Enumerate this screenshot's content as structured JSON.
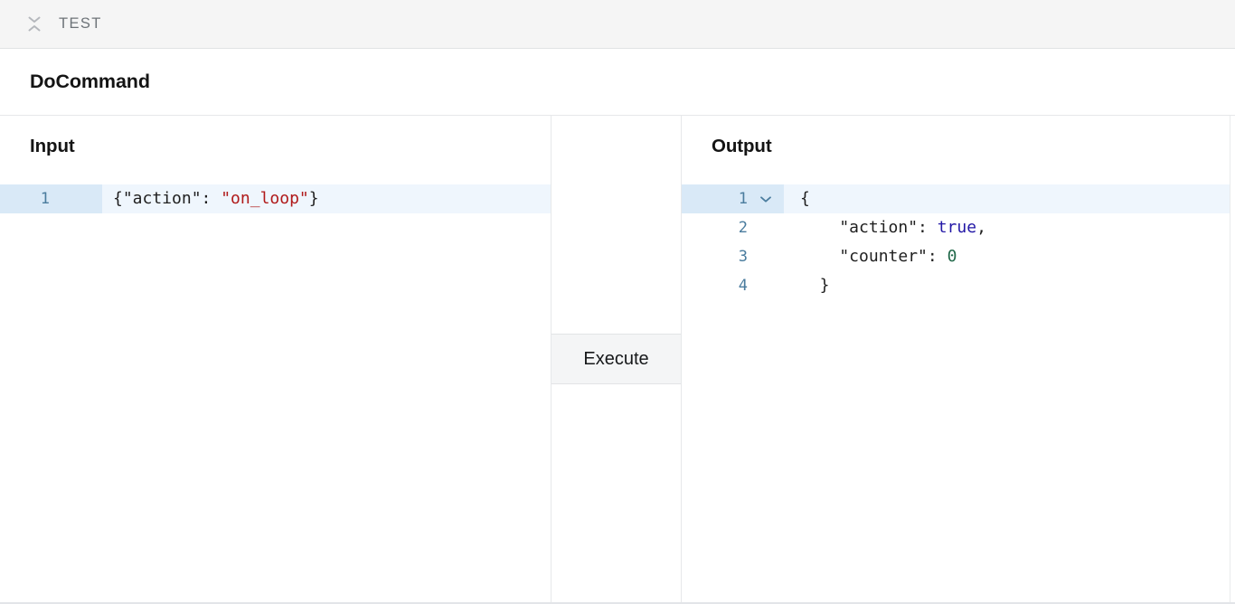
{
  "topbar": {
    "collapse_icon": "collapse-chevrons-icon",
    "title": "TEST"
  },
  "command": {
    "title": "DoCommand"
  },
  "input_pane": {
    "heading": "Input",
    "lines": [
      {
        "number": "1",
        "active": true,
        "tokens": [
          {
            "text": "{\"action\": ",
            "type": "plain"
          },
          {
            "text": "\"on_loop\"",
            "type": "str"
          },
          {
            "text": "}",
            "type": "plain"
          }
        ]
      }
    ]
  },
  "middle_pane": {
    "execute_label": "Execute"
  },
  "output_pane": {
    "heading": "Output",
    "lines": [
      {
        "number": "1",
        "active": true,
        "fold": "chevron-down-icon",
        "tokens": [
          {
            "text": "{",
            "type": "plain"
          }
        ]
      },
      {
        "number": "2",
        "active": false,
        "tokens": [
          {
            "text": "    \"action\": ",
            "type": "plain"
          },
          {
            "text": "true",
            "type": "bool"
          },
          {
            "text": ",",
            "type": "plain"
          }
        ]
      },
      {
        "number": "3",
        "active": false,
        "tokens": [
          {
            "text": "    \"counter\": ",
            "type": "plain"
          },
          {
            "text": "0",
            "type": "num"
          }
        ]
      },
      {
        "number": "4",
        "active": false,
        "tokens": [
          {
            "text": "  }",
            "type": "plain"
          }
        ]
      }
    ]
  },
  "colors": {
    "topbar_bg": "#f5f5f5",
    "topbar_text": "#6d7378",
    "active_line_bg": "#eff6fd",
    "active_gutter_bg": "#d9e9f7",
    "line_number": "#4a7c9e",
    "string": "#b01919",
    "boolean": "#2318a6",
    "number": "#22694a",
    "button_bg": "#f4f5f6",
    "border": "#e6e8ea"
  }
}
